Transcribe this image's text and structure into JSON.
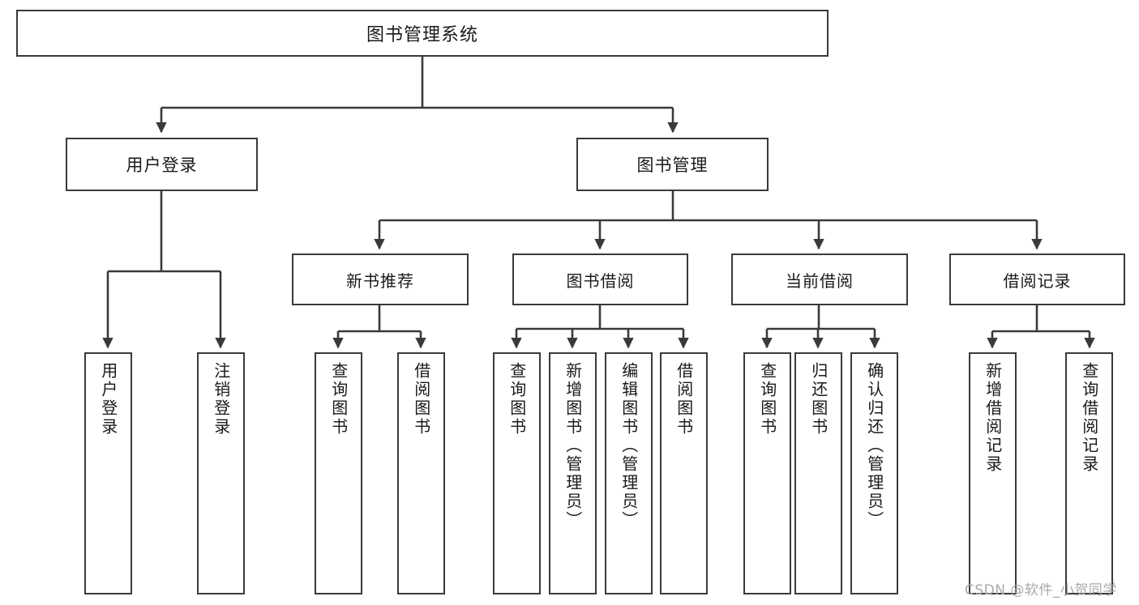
{
  "diagram": {
    "title": "图书管理系统",
    "type": "tree",
    "orientation": "top-down",
    "watermark": "CSDN @软件_小贺同学",
    "colors": {
      "background": "#ffffff",
      "node_border": "#3a3a3a",
      "node_fill": "#ffffff",
      "connector": "#3a3a3a",
      "text": "#1a1a1a",
      "watermark": "#a9a9a9"
    }
  },
  "nodes": {
    "root": {
      "label": "图书管理系统"
    },
    "level2": [
      {
        "id": "user-login",
        "label": "用户登录"
      },
      {
        "id": "book-management",
        "label": "图书管理"
      }
    ],
    "level3": [
      {
        "id": "new-book-recommend",
        "label": "新书推荐"
      },
      {
        "id": "book-borrow",
        "label": "图书借阅"
      },
      {
        "id": "current-borrow",
        "label": "当前借阅"
      },
      {
        "id": "borrow-record",
        "label": "借阅记录"
      }
    ],
    "leaves": {
      "user_login": [
        {
          "id": "leaf-user-login",
          "label": "用户登录"
        },
        {
          "id": "leaf-logout-login",
          "label": "注销登录"
        }
      ],
      "new_book_recommend": [
        {
          "id": "leaf-query-book-1",
          "label": "查询图书"
        },
        {
          "id": "leaf-borrow-book-1",
          "label": "借阅图书"
        }
      ],
      "book_borrow": [
        {
          "id": "leaf-query-book-2",
          "label": "查询图书"
        },
        {
          "id": "leaf-add-book",
          "label": "新增图书（管理员）"
        },
        {
          "id": "leaf-edit-book",
          "label": "编辑图书（管理员）"
        },
        {
          "id": "leaf-borrow-book-2",
          "label": "借阅图书"
        }
      ],
      "current_borrow": [
        {
          "id": "leaf-query-book-3",
          "label": "查询图书"
        },
        {
          "id": "leaf-return-book",
          "label": "归还图书"
        },
        {
          "id": "leaf-confirm-return",
          "label": "确认归还（管理员）"
        }
      ],
      "borrow_record": [
        {
          "id": "leaf-add-record",
          "label": "新增借阅记录"
        },
        {
          "id": "leaf-query-record",
          "label": "查询借阅记录"
        }
      ]
    }
  },
  "edges": [
    {
      "from": "图书管理系统",
      "to": "用户登录"
    },
    {
      "from": "图书管理系统",
      "to": "图书管理"
    },
    {
      "from": "用户登录",
      "to": "用户登录"
    },
    {
      "from": "用户登录",
      "to": "注销登录"
    },
    {
      "from": "图书管理",
      "to": "新书推荐"
    },
    {
      "from": "图书管理",
      "to": "图书借阅"
    },
    {
      "from": "图书管理",
      "to": "当前借阅"
    },
    {
      "from": "图书管理",
      "to": "借阅记录"
    },
    {
      "from": "新书推荐",
      "to": "查询图书"
    },
    {
      "from": "新书推荐",
      "to": "借阅图书"
    },
    {
      "from": "图书借阅",
      "to": "查询图书"
    },
    {
      "from": "图书借阅",
      "to": "新增图书（管理员）"
    },
    {
      "from": "图书借阅",
      "to": "编辑图书（管理员）"
    },
    {
      "from": "图书借阅",
      "to": "借阅图书"
    },
    {
      "from": "当前借阅",
      "to": "查询图书"
    },
    {
      "from": "当前借阅",
      "to": "归还图书"
    },
    {
      "from": "当前借阅",
      "to": "确认归还（管理员）"
    },
    {
      "from": "借阅记录",
      "to": "新增借阅记录"
    },
    {
      "from": "借阅记录",
      "to": "查询借阅记录"
    }
  ]
}
